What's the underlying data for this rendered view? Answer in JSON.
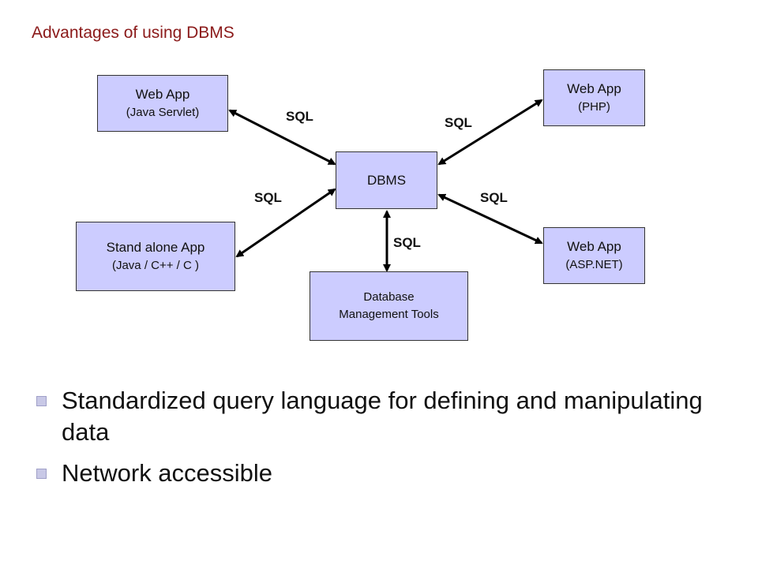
{
  "title": "Advantages of using DBMS",
  "diagram": {
    "center": {
      "label": "DBMS"
    },
    "nodes": {
      "web_servlet": {
        "line1": "Web App",
        "line2": "(Java Servlet)"
      },
      "web_php": {
        "line1": "Web App",
        "line2": "(PHP)"
      },
      "standalone": {
        "line1": "Stand alone App",
        "line2": "(Java / C++ / C )"
      },
      "web_aspnet": {
        "line1": "Web App",
        "line2": "(ASP.NET)"
      },
      "db_tools": {
        "line1": "Database",
        "line2": "Management Tools"
      }
    },
    "edge_label": "SQL",
    "box_color": "#ccccff"
  },
  "bullets": [
    "Standardized query language for defining and manipulating data",
    "Network accessible"
  ]
}
